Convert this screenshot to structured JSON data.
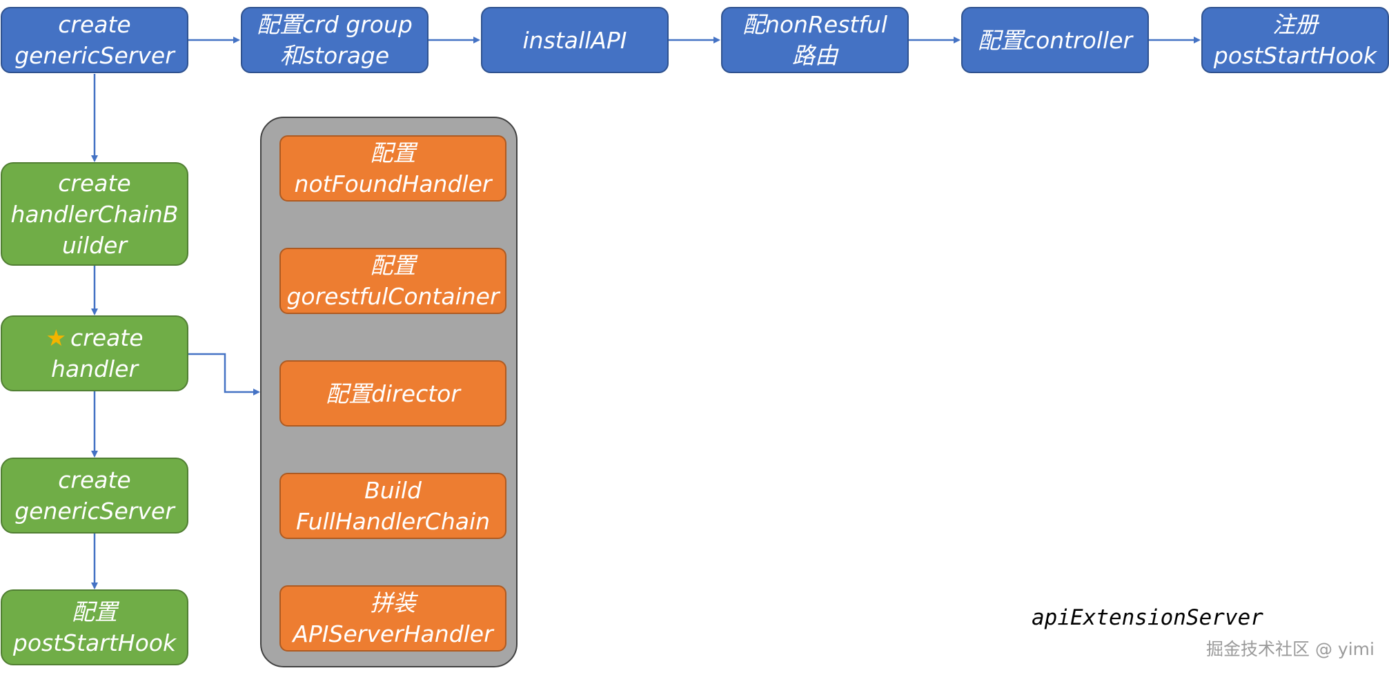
{
  "colors": {
    "blue": "#4472c4",
    "green": "#70ad47",
    "orange": "#ed7d31",
    "group": "#a6a6a6",
    "arrow": "#4472c4"
  },
  "top_row": [
    {
      "label": "create\ngenericServer"
    },
    {
      "label": "配置crd group\n和storage"
    },
    {
      "label": "installAPI"
    },
    {
      "label": "配nonRestful\n路由"
    },
    {
      "label": "配置controller"
    },
    {
      "label": "注册\npostStartHook"
    }
  ],
  "left_column": [
    {
      "label": "create\nhandlerChainBuilder"
    },
    {
      "label": "create\nhandler",
      "icon": "star-icon"
    },
    {
      "label": "create\ngenericServer"
    },
    {
      "label": "配置\npostStartHook"
    }
  ],
  "handler_group": [
    {
      "label": "配置\nnotFoundHandler"
    },
    {
      "label": "配置\ngorestfulContainer"
    },
    {
      "label": "配置director"
    },
    {
      "label": "Build\nFullHandlerChain"
    },
    {
      "label": "拼装\nAPIServerHandler"
    }
  ],
  "caption": "apiExtensionServer",
  "watermark": "掘金技术社区 @ yimi"
}
